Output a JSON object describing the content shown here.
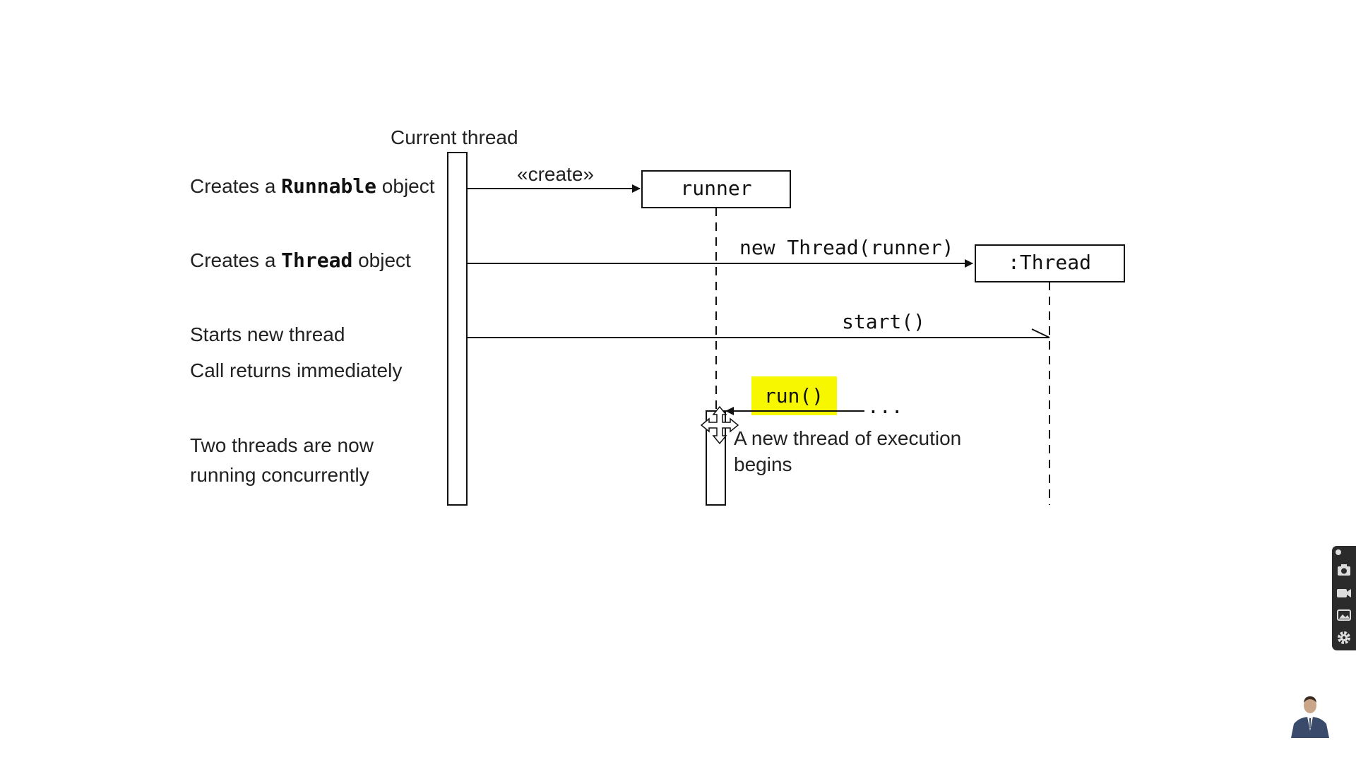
{
  "current_thread_label": "Current thread",
  "create_stereotype": "«create»",
  "objects": {
    "runner": "runner",
    "thread": ":Thread"
  },
  "messages": {
    "new_thread": "new Thread(runner)",
    "start": "start()",
    "run": "run()",
    "ellipsis": "..."
  },
  "annotations": {
    "creates_prefix": "Creates a ",
    "runnable_class": "Runnable",
    "thread_class": "Thread",
    "object_suffix": " object",
    "starts_new_thread": "Starts new thread",
    "call_returns": "Call returns immediately",
    "two_threads_line1": "Two threads are now",
    "two_threads_line2": "running concurrently",
    "new_thread_begins_line1": "A new thread of execution",
    "new_thread_begins_line2": "begins"
  },
  "colors": {
    "highlight": "#f7f700",
    "line": "#111111",
    "toolbar_bg": "#2b2b2b"
  },
  "icons": [
    "move-cursor-icon",
    "pin-icon",
    "camera-icon",
    "video-icon",
    "image-icon",
    "gear-icon",
    "presenter-avatar"
  ]
}
